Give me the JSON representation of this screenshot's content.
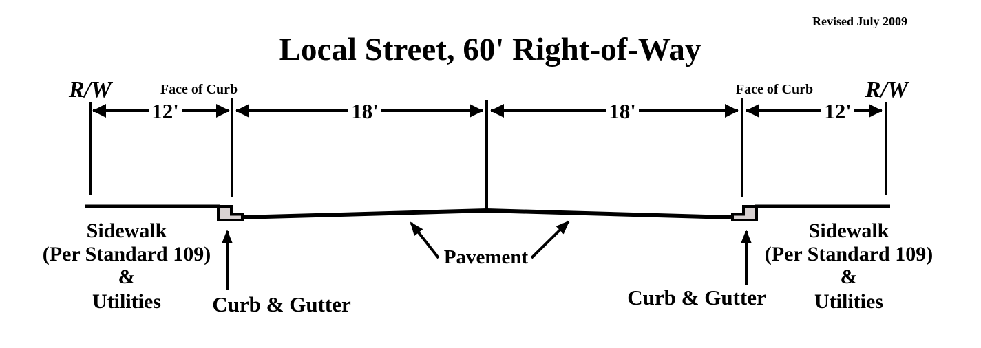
{
  "header": {
    "revision_note": "Revised July 2009",
    "title": "Local Street, 60' Right-of-Way"
  },
  "boundary_labels": {
    "rw_left": "R/W",
    "rw_right": "R/W",
    "face_of_curb_left": "Face of Curb",
    "face_of_curb_right": "Face of Curb"
  },
  "dimension_labels": {
    "left_parkway": "12'",
    "left_lane": "18'",
    "right_lane": "18'",
    "right_parkway": "12'"
  },
  "feature_labels": {
    "sidewalk_left": {
      "line1": "Sidewalk",
      "line2": "(Per Standard 109)",
      "line3": "&",
      "line4": "Utilities"
    },
    "sidewalk_right": {
      "line1": "Sidewalk",
      "line2": "(Per Standard 109)",
      "line3": "&",
      "line4": "Utilities"
    },
    "curb_gutter_left": "Curb & Gutter",
    "curb_gutter_right": "Curb & Gutter",
    "pavement": "Pavement"
  },
  "colors": {
    "ink": "#000000",
    "curb_fill": "#d9d2d2",
    "background": "#ffffff"
  }
}
